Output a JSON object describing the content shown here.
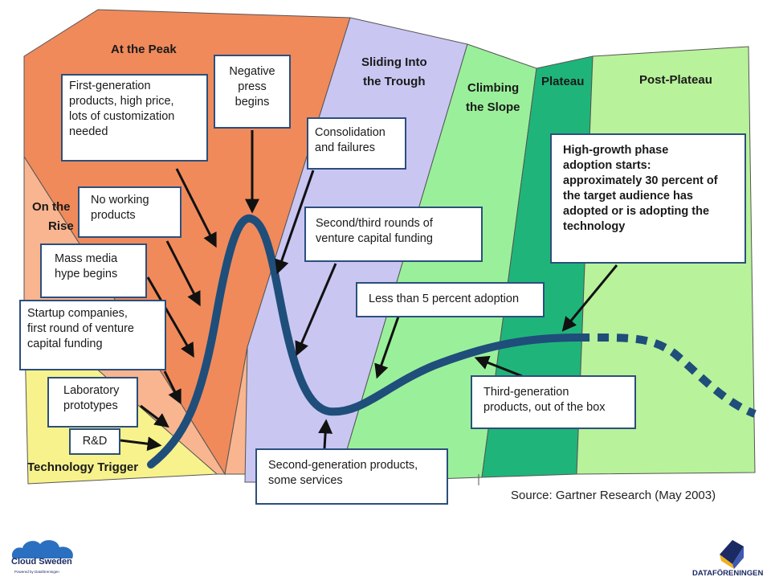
{
  "phases": {
    "peak": "At the Peak",
    "rise_line1": "On the",
    "rise_line2": "Rise",
    "trough_line1": "Sliding Into",
    "trough_line2": "the Trough",
    "slope_line1": "Climbing",
    "slope_line2": "the Slope",
    "plateau": "Plateau",
    "post_plateau": "Post-Plateau",
    "trigger": "Technology Trigger"
  },
  "callouts": {
    "first_gen": "First-generation\nproducts, high price,\nlots of customization\nneeded",
    "negative_press": "Negative\npress\nbegins",
    "consolidation": "Consolidation\nand failures",
    "no_working": "No working\nproducts",
    "mass_media": "Mass media\nhype begins",
    "startup": "Startup companies,\nfirst round of venture\ncapital funding",
    "lab": "Laboratory\nprototypes",
    "rd": "R&D",
    "second_third_rounds": "Second/third rounds of\nventure capital funding",
    "less_than_5": "Less than 5 percent adoption",
    "high_growth": "High-growth phase\nadoption starts:\napproximately 30 percent of\nthe target audience has\nadopted or is adopting the\ntechnology",
    "third_gen": "Third-generation\nproducts, out of the box",
    "second_gen": "Second-generation products,\nsome services"
  },
  "source": "Source: Gartner Research (May 2003)",
  "logos": {
    "left_name": "Cloud Sweden",
    "left_sub": "Powered by Dataföreningen",
    "right_name": "DATAFÖRENINGEN"
  },
  "colors": {
    "peak": "#f08a5b",
    "rise": "#f8b58f",
    "trigger": "#f7f28c",
    "trough": "#c9c6f2",
    "slope": "#9af09a",
    "plateau": "#1fb57a",
    "post_plateau": "#b8f29a",
    "curve": "#1f4e7a",
    "box_border": "#2c4f7c"
  },
  "icons": {
    "left_logo": "cloud-icon",
    "right_logo": "building-icon"
  }
}
